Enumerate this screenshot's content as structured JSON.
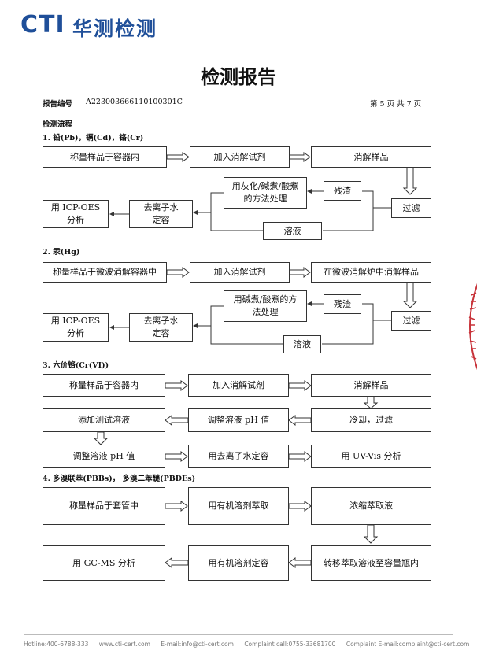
{
  "header": {
    "logo_latin": "CTI",
    "logo_cn": "华测检测"
  },
  "title": "检测报告",
  "report": {
    "number_label": "报告编号",
    "number": "A2230036661101003​01C",
    "page": "第 5 页   共 7 页"
  },
  "section_title": "检测流程",
  "sections": [
    {
      "heading": "1.  铅(Pb)，镉(Cd)，铬(Cr)",
      "boxes": [
        "称量样品于容器内",
        "加入消解试剂",
        "消解样品",
        "用灰化/碱煮/酸煮的方法处理",
        "残渣",
        "过滤",
        "用 ICP-OES 分析",
        "去离子水定容",
        "溶液"
      ]
    },
    {
      "heading": "2.  汞(Hg)",
      "boxes": [
        "称量样品于微波消解容器中",
        "加入消解试剂",
        "在微波消解炉中消解样品",
        "用碱煮/酸煮的方法处理",
        "残渣",
        "过滤",
        "用 ICP-OES 分析",
        "去离子水定容",
        "溶液"
      ]
    },
    {
      "heading": "3.  六价铬(Cr(VI))",
      "boxes": [
        "称量样品于容器内",
        "加入消解试剂",
        "消解样品",
        "添加测试溶液",
        "调整溶液 pH 值",
        "冷却，过滤",
        "调整溶液 pH 值",
        "用去离子水定容",
        "用 UV-Vis 分析"
      ]
    },
    {
      "heading": "4.  多溴联苯(PBBs)，  多溴二苯醚(PBDEs)",
      "boxes": [
        "称量样品于套管中",
        "用有机溶剂萃取",
        "浓缩萃取液",
        "用 GC-MS 分析",
        "用有机溶剂定容",
        "转移萃取溶液至容量瓶内"
      ]
    }
  ],
  "footer": {
    "hotline": "Hotline:400-6788-333",
    "web": "www.cti-cert.com",
    "email": "E-mail:info@cti-cert.com",
    "complaint_call": "Complaint call:0755-33681700",
    "complaint_email": "Complaint E-mail:complaint@cti-cert.com"
  },
  "colors": {
    "brand": "#1f4f99",
    "stamp": "#c8333a"
  }
}
